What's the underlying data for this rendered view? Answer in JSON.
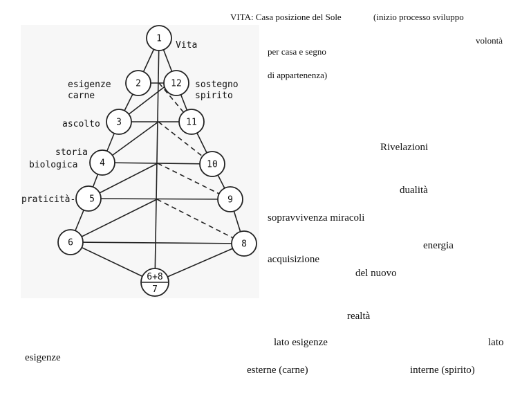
{
  "diagram": {
    "nodes": [
      {
        "id": 1,
        "label": "1"
      },
      {
        "id": 2,
        "label": "2"
      },
      {
        "id": 12,
        "label": "12"
      },
      {
        "id": 3,
        "label": "3"
      },
      {
        "id": 11,
        "label": "11"
      },
      {
        "id": 4,
        "label": "4"
      },
      {
        "id": 10,
        "label": "10"
      },
      {
        "id": 5,
        "label": "5"
      },
      {
        "id": 9,
        "label": "9"
      },
      {
        "id": 6,
        "label": "6"
      },
      {
        "id": 8,
        "label": "8"
      },
      {
        "id": 7,
        "label": "7",
        "top_label": "6+8"
      }
    ],
    "labels": {
      "vita": "Vita",
      "esigenze_carne": [
        "esigenze",
        "carne"
      ],
      "sostegno_spirito": [
        "sostegno",
        "spirito"
      ],
      "ascolto": "ascolto",
      "storia_biologica": [
        "storia",
        "biologica"
      ],
      "praticita": "praticità-"
    }
  },
  "text": {
    "header_line1": "VITA: Casa posizione del Sole",
    "header_paren": "(inizio processo sviluppo",
    "volonta": "volontà",
    "per_casa": "per casa e segno",
    "di_appartenenza": "di appartenenza)",
    "rivelazioni": "Rivelazioni",
    "dualita": "dualità",
    "sopravvivenza": "sopravvivenza miracoli",
    "energia": "energia",
    "acquisizione": "acquisizione",
    "del_nuovo": "del nuovo",
    "realta": "realtà",
    "lato_esigenze": "lato esigenze",
    "lato": "lato",
    "esigenze": "esigenze",
    "esterne": "esterne (carne)",
    "interne": "interne (spirito)"
  }
}
